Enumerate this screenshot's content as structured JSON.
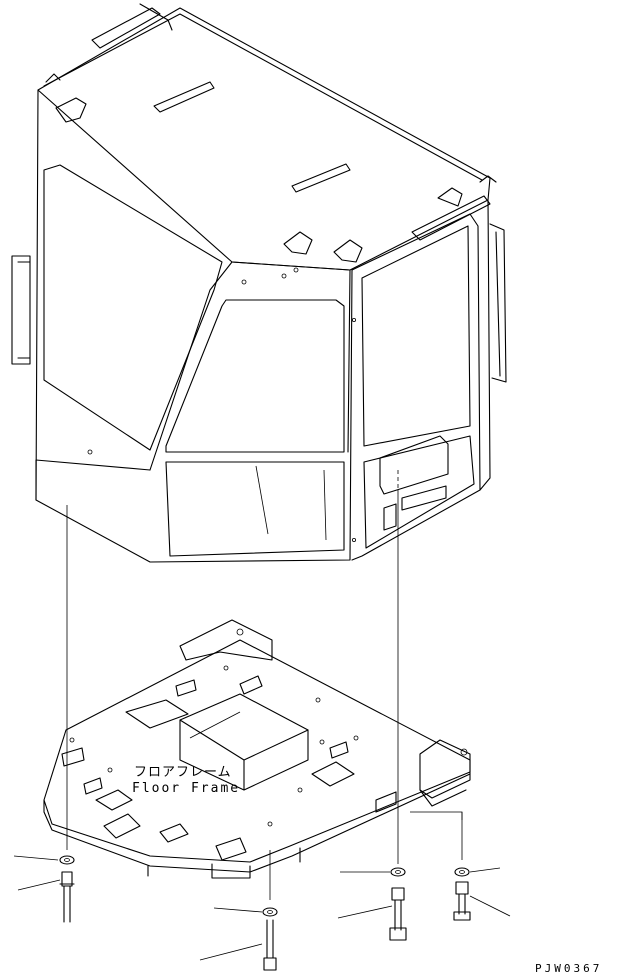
{
  "labels": {
    "floor_frame_jp": "フロアフレーム",
    "floor_frame_en": "Floor Frame",
    "drawing_code": "PJW0367"
  }
}
